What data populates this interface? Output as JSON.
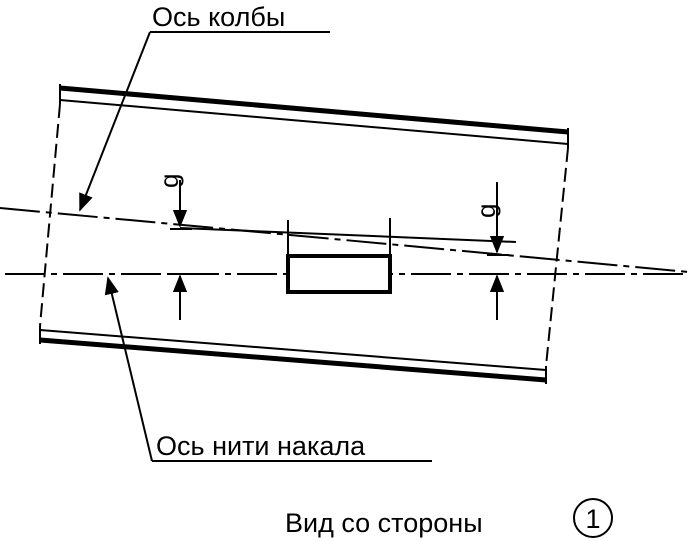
{
  "labels": {
    "bulb_axis": "Ось колбы",
    "filament_axis": "Ось нити накала",
    "dimension_g_left": "g",
    "dimension_g_right": "g",
    "view_caption": "Вид со стороны",
    "view_number": "1"
  }
}
